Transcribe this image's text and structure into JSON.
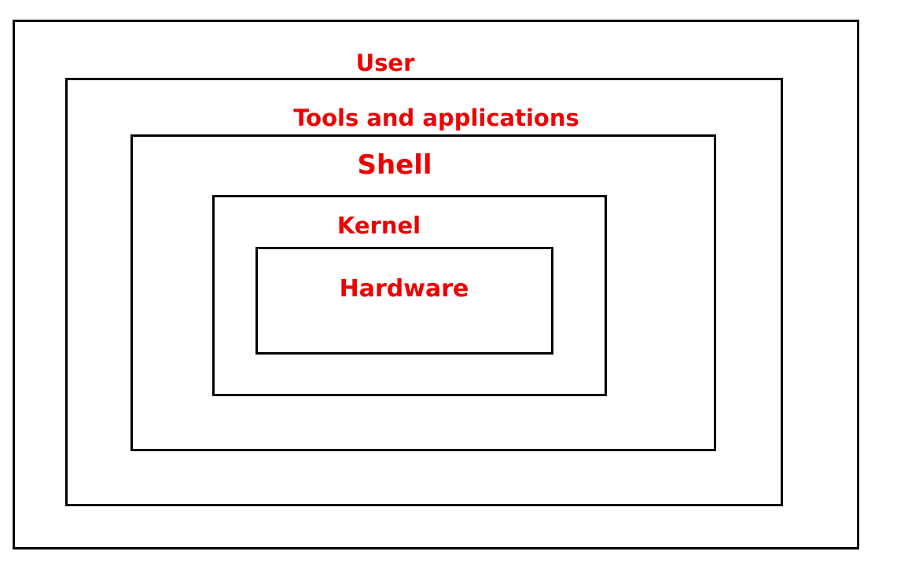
{
  "colors": {
    "label_text": "#ee0000",
    "box_border": "#000000",
    "background": "#ffffff"
  },
  "layers": {
    "user": {
      "label": "User"
    },
    "tools": {
      "label": "Tools and applications"
    },
    "shell": {
      "label": "Shell"
    },
    "kernel": {
      "label": "Kernel"
    },
    "hardware": {
      "label": "Hardware"
    }
  }
}
